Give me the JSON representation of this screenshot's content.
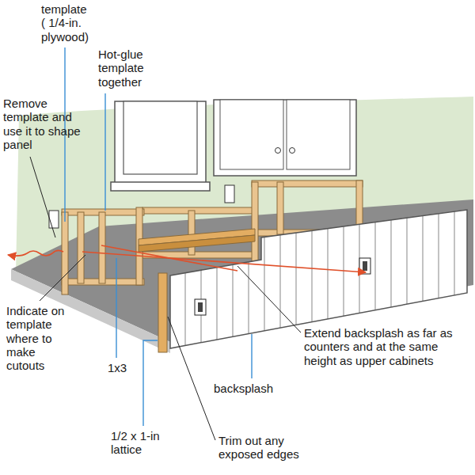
{
  "diagram": {
    "labels": [
      "template ( 1/4-in. plywood)",
      "Hot-glue template together",
      "Remove template and use it to shape panel",
      "Indicate on template where to make cutouts",
      "1x3",
      "Extend backsplash as far as counters and at the same height as upper cabinets",
      "backsplash",
      "1/2 x 1-in lattice",
      "Trim out any exposed edges"
    ]
  }
}
